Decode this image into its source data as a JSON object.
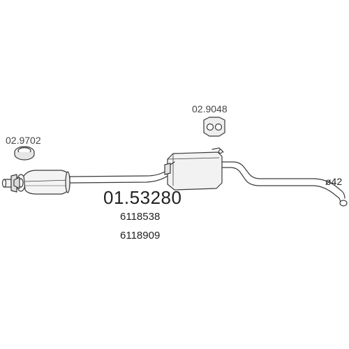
{
  "diagram": {
    "main_part_number": "01.53280",
    "oem_numbers": [
      "6118538",
      "6118909"
    ],
    "accessories": [
      {
        "part_number": "02.9702",
        "kind": "gasket-ring"
      },
      {
        "part_number": "02.9048",
        "kind": "rubber-hanger"
      }
    ],
    "pipe_diameter_label": "ø42"
  },
  "colors": {
    "line": "#3a3a3a",
    "fill_light": "#f2f2f2",
    "fill_mid": "#d9d9d9",
    "text": "#222222"
  }
}
